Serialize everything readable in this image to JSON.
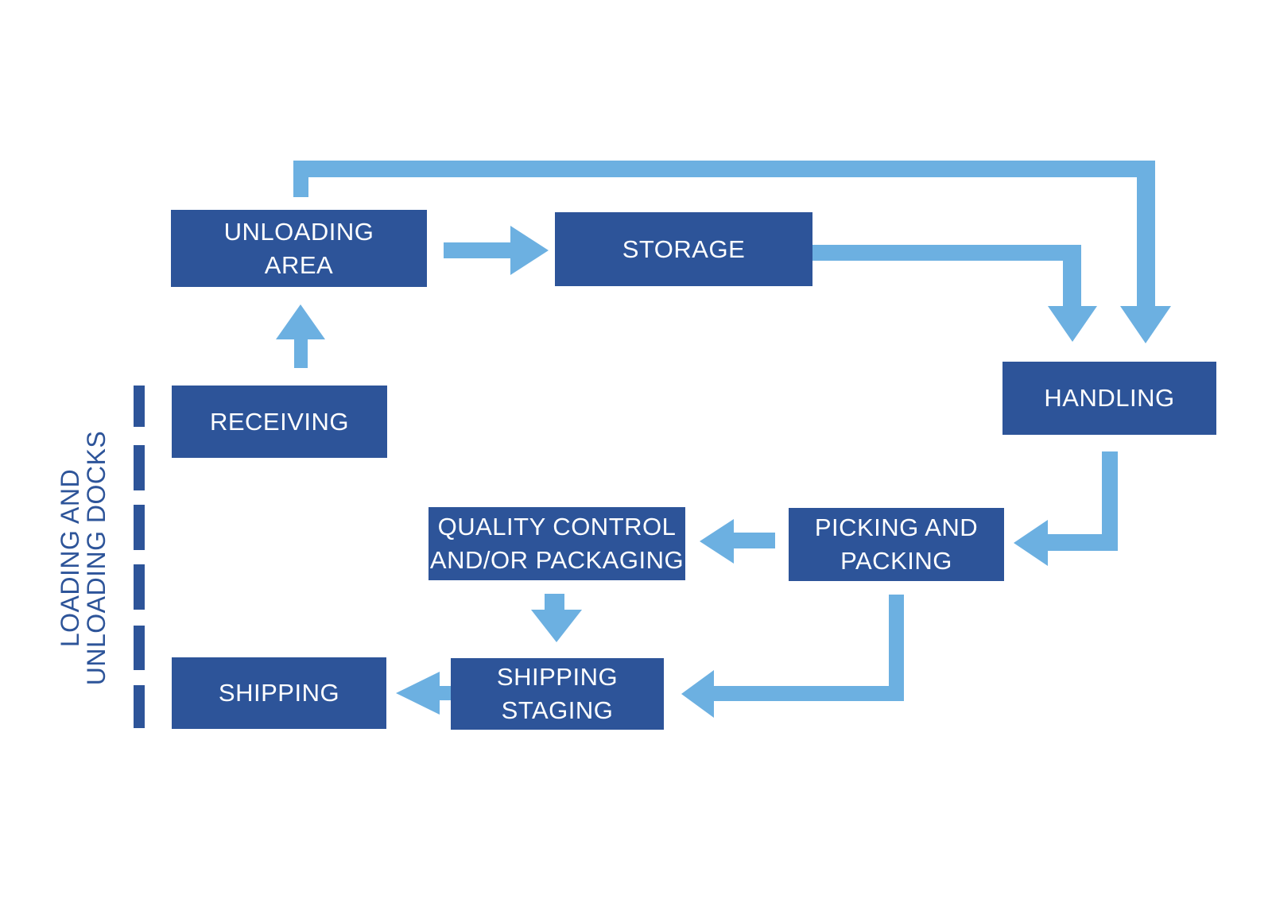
{
  "diagram": {
    "type": "flowchart",
    "subject": "warehouse material flow"
  },
  "colors": {
    "node_fill": "#2D5499",
    "node_text": "#FFFFFF",
    "arrow": "#6CB0E1",
    "accent_text": "#2D5499",
    "background": "#FFFFFF"
  },
  "nodes": [
    {
      "id": "unloading-area",
      "label": "UNLOADING\nAREA"
    },
    {
      "id": "storage",
      "label": "STORAGE"
    },
    {
      "id": "handling",
      "label": "HANDLING"
    },
    {
      "id": "receiving",
      "label": "RECEIVING"
    },
    {
      "id": "picking-packing",
      "label": "PICKING AND\nPACKING"
    },
    {
      "id": "quality-control",
      "label": "QUALITY CONTROL\nAND/OR PACKAGING"
    },
    {
      "id": "shipping-staging",
      "label": "SHIPPING\nSTAGING"
    },
    {
      "id": "shipping",
      "label": "SHIPPING"
    }
  ],
  "edges": [
    {
      "from": "receiving",
      "to": "unloading-area"
    },
    {
      "from": "unloading-area",
      "to": "storage"
    },
    {
      "from": "unloading-area",
      "to": "handling"
    },
    {
      "from": "storage",
      "to": "handling"
    },
    {
      "from": "handling",
      "to": "picking-packing"
    },
    {
      "from": "picking-packing",
      "to": "quality-control"
    },
    {
      "from": "quality-control",
      "to": "shipping-staging"
    },
    {
      "from": "picking-packing",
      "to": "shipping-staging"
    },
    {
      "from": "shipping-staging",
      "to": "shipping"
    }
  ],
  "side_label": {
    "text": "LOADING AND\nUNLOADING DOCKS"
  }
}
